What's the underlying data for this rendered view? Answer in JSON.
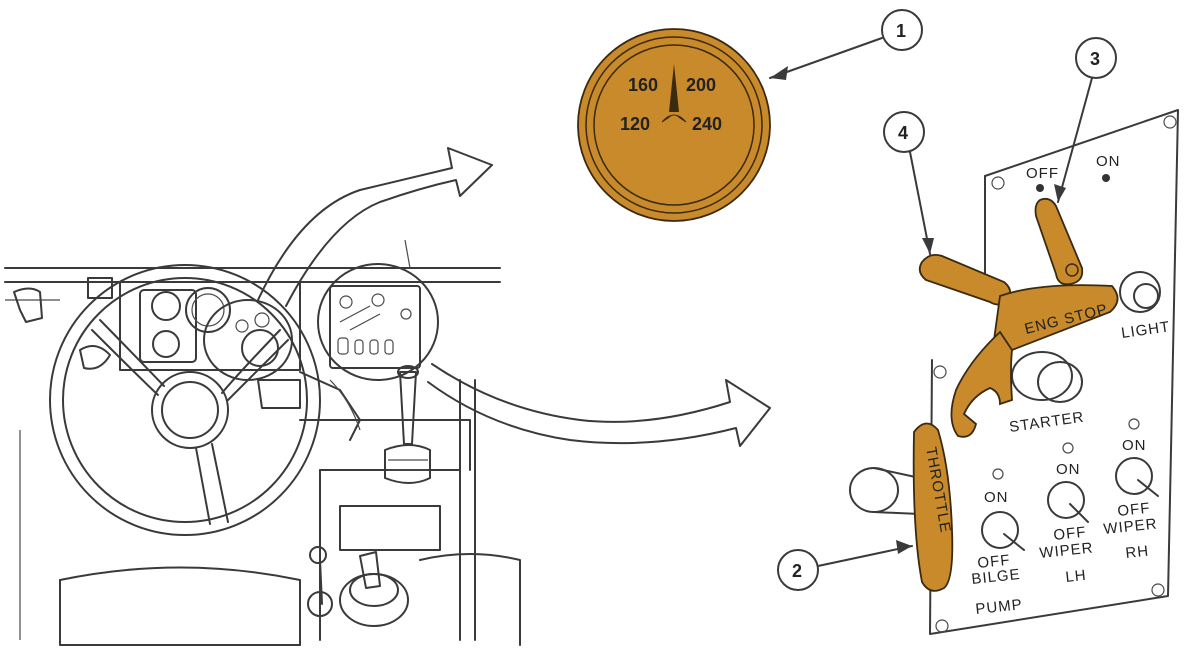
{
  "gauge": {
    "ticks": [
      "160",
      "200",
      "120",
      "240"
    ],
    "color": "#c98a2c"
  },
  "callouts": [
    "1",
    "2",
    "3",
    "4"
  ],
  "panel": {
    "off": "OFF",
    "on": "ON",
    "eng_stop": "ENG STOP",
    "light": "LIGHT",
    "starter": "STARTER",
    "throttle": "THROTTLE",
    "bilge_on": "ON",
    "bilge_off": "OFF",
    "bilge": "BILGE",
    "pump": "PUMP",
    "wiper_lh_on": "ON",
    "wiper_lh_off": "OFF",
    "wiper_lh": "WIPER",
    "lh": "LH",
    "wiper_rh_on": "ON",
    "wiper_rh_off": "OFF",
    "wiper_rh": "WIPER",
    "rh": "RH"
  },
  "colors": {
    "brass": "#c98a2c",
    "ink": "#3a3a3a"
  }
}
